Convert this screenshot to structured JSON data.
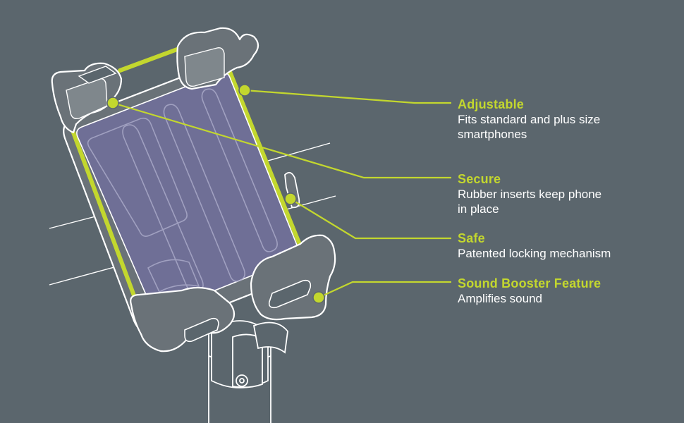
{
  "colors": {
    "background": "#5b666d",
    "accent": "#c3d72e",
    "outline": "#ffffff",
    "screen": "#6f6f96",
    "holder": "#6a7278"
  },
  "callouts": [
    {
      "title": "Adjustable",
      "description": "Fits standard and plus size\nsmartphones"
    },
    {
      "title": "Secure",
      "description": "Rubber inserts keep phone\nin place"
    },
    {
      "title": "Safe",
      "description": "Patented locking mechanism"
    },
    {
      "title": "Sound Booster Feature",
      "description": "Amplifies sound"
    }
  ]
}
